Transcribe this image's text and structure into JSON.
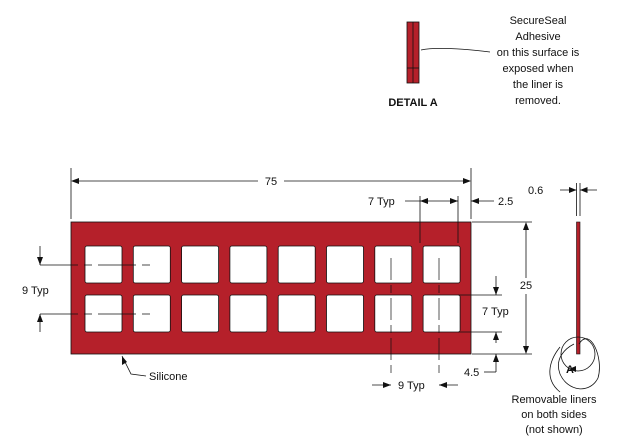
{
  "detail": {
    "label": "DETAIL A",
    "note_lines": [
      "SecureSeal",
      "Adhesive",
      "on this surface is",
      "exposed when",
      "the liner is",
      "removed."
    ]
  },
  "dimensions": {
    "overall_length": "75",
    "edge_margin": "2.5",
    "hole_width": "7 Typ",
    "hole_height": "7 Typ",
    "pitch_vertical": "9 Typ",
    "pitch_horizontal": "9 Typ",
    "height": "25",
    "bottom_margin": "4.5",
    "thickness": "0.6"
  },
  "labels": {
    "material": "Silicone",
    "detail_marker": "A",
    "liner_note_lines": [
      "Removable liners",
      "on both sides",
      "(not shown)"
    ]
  },
  "grid": {
    "rows": 2,
    "columns": 8
  },
  "colors": {
    "part": "#b5202a",
    "line": "#111111",
    "background": "#ffffff"
  }
}
